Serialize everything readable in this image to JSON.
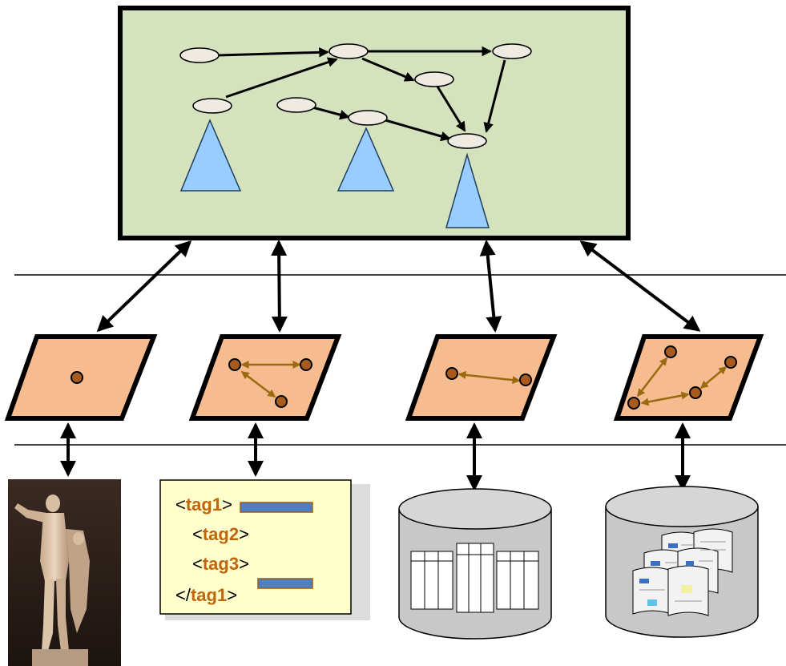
{
  "colors": {
    "global_panel_fill": "#d4e3bd",
    "source_panel_fill": "#f6bb8f",
    "node_fill": "#efebe3",
    "triangle_fill": "#99ccff",
    "dot_fill": "#a95a1d",
    "dot_arrow": "#9a6a10",
    "xml_doc_fill": "#ffffcc",
    "xml_tag_color": "#c0650c",
    "xml_bar_fill": "#4f7fc0",
    "cylinder_fill": "#c8c8c8"
  },
  "xml_document": {
    "lines": [
      {
        "open": "<",
        "tag": "tag1",
        "close": ">"
      },
      {
        "open": "<",
        "tag": "tag2",
        "close": ">"
      },
      {
        "open": "<",
        "tag": "tag3",
        "close": ">"
      },
      {
        "open": "</",
        "tag": "tag1",
        "close": ">"
      }
    ]
  },
  "sources": [
    {
      "name": "image-source",
      "icon": "statue-photo-icon"
    },
    {
      "name": "xml-source",
      "icon": "xml-document-icon"
    },
    {
      "name": "relational-source",
      "icon": "database-tables-icon"
    },
    {
      "name": "document-source",
      "icon": "database-documents-icon"
    }
  ]
}
